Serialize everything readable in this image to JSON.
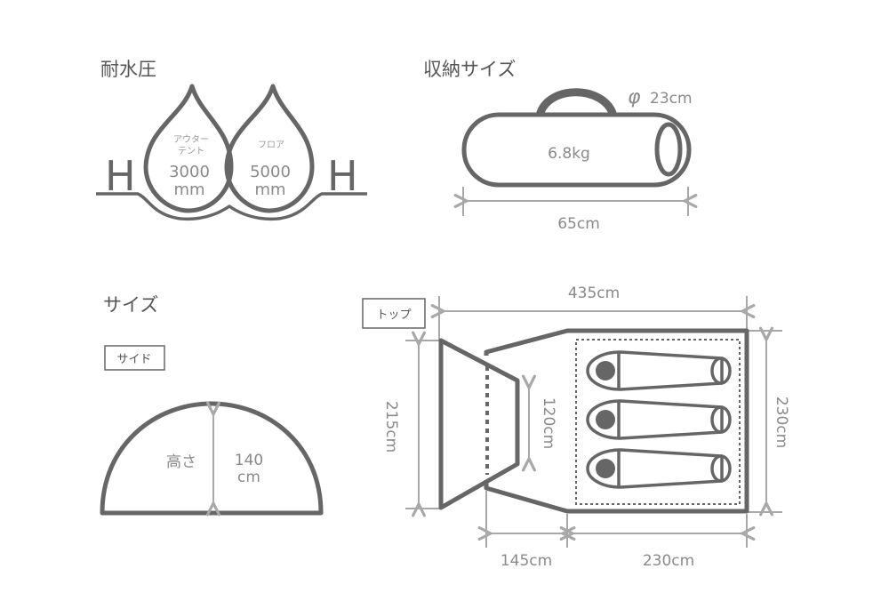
{
  "water_pressure": {
    "title": "耐水圧",
    "h_letter": "H",
    "outer_tent": {
      "label_line1": "アウター",
      "label_line2": "テント",
      "value": "3000",
      "unit": "mm"
    },
    "floor": {
      "label": "フロア",
      "value": "5000",
      "unit": "mm"
    }
  },
  "storage": {
    "title": "収納サイズ",
    "diameter_symbol": "φ",
    "diameter": "23cm",
    "weight": "6.8kg",
    "length": "65cm"
  },
  "size": {
    "title": "サイズ",
    "side": {
      "label": "サイド",
      "height_label": "高さ",
      "height_value": "140",
      "height_unit": "cm"
    },
    "top": {
      "label": "トップ",
      "total_length": "435cm",
      "front_width": "215cm",
      "vestibule_opening": "120cm",
      "inner_width": "230cm",
      "vestibule_length": "145cm",
      "inner_length": "230cm"
    }
  }
}
